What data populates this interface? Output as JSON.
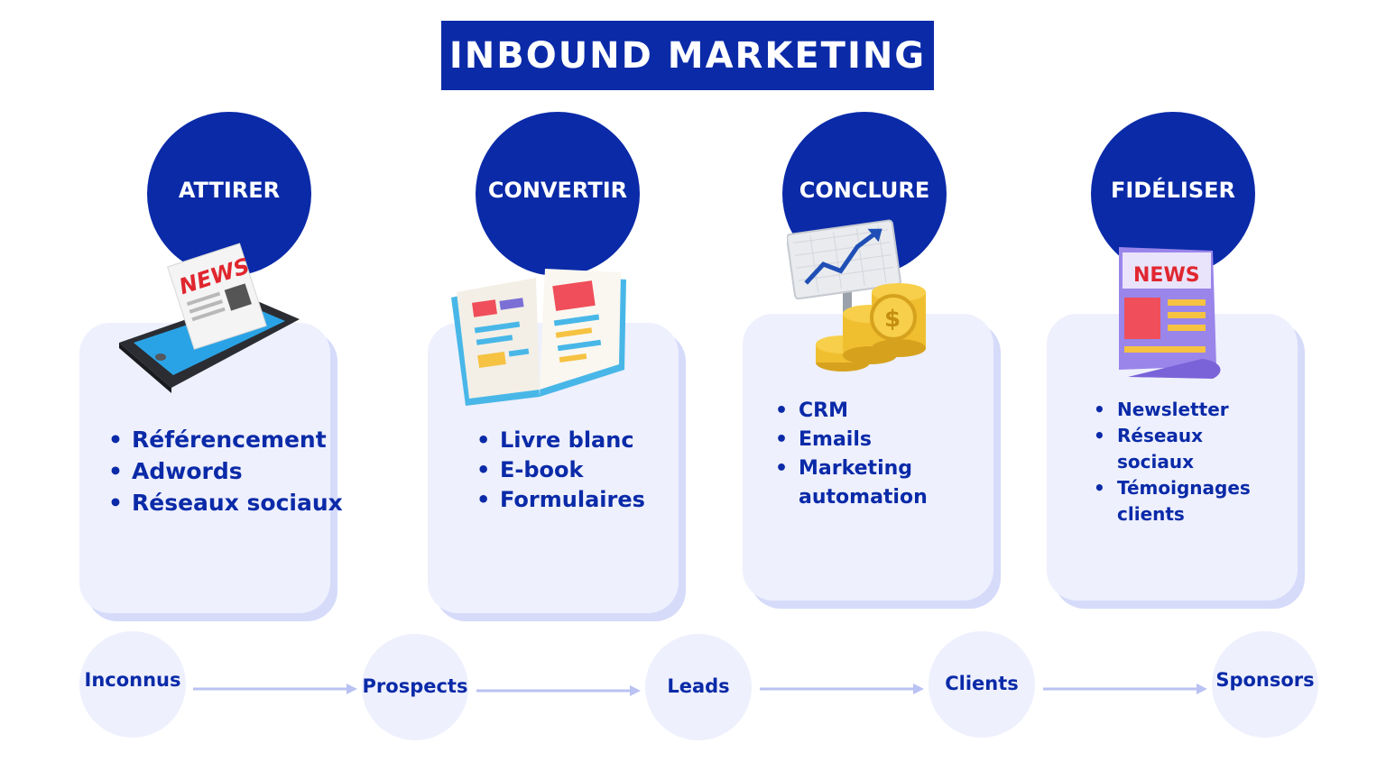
{
  "title": "INBOUND MARKETING",
  "colors": {
    "primary": "#0a2aa8",
    "card": "#eef0fd",
    "card_shadow": "#d6dbfa",
    "arrow": "#b9c2f2"
  },
  "steps": [
    {
      "label": "ATTIRER",
      "icon": "news-phone-icon",
      "items": [
        "Référencement",
        "Adwords",
        "Réseaux sociaux"
      ]
    },
    {
      "label": "CONVERTIR",
      "icon": "open-book-icon",
      "items": [
        "Livre blanc",
        "E-book",
        "Formulaires"
      ]
    },
    {
      "label": "CONCLURE",
      "icon": "chart-coins-icon",
      "items": [
        "CRM",
        "Emails",
        "Marketing automation"
      ]
    },
    {
      "label": "FIDÉLISER",
      "icon": "newspaper-icon",
      "items": [
        "Newsletter",
        "Réseaux sociaux",
        "Témoignages clients"
      ]
    }
  ],
  "illustration_text": {
    "news_phone": "NEWS",
    "newspaper": "NEWS",
    "coin_symbol": "$"
  },
  "stages": [
    "Inconnus",
    "Prospects",
    "Leads",
    "Clients",
    "Sponsors"
  ]
}
